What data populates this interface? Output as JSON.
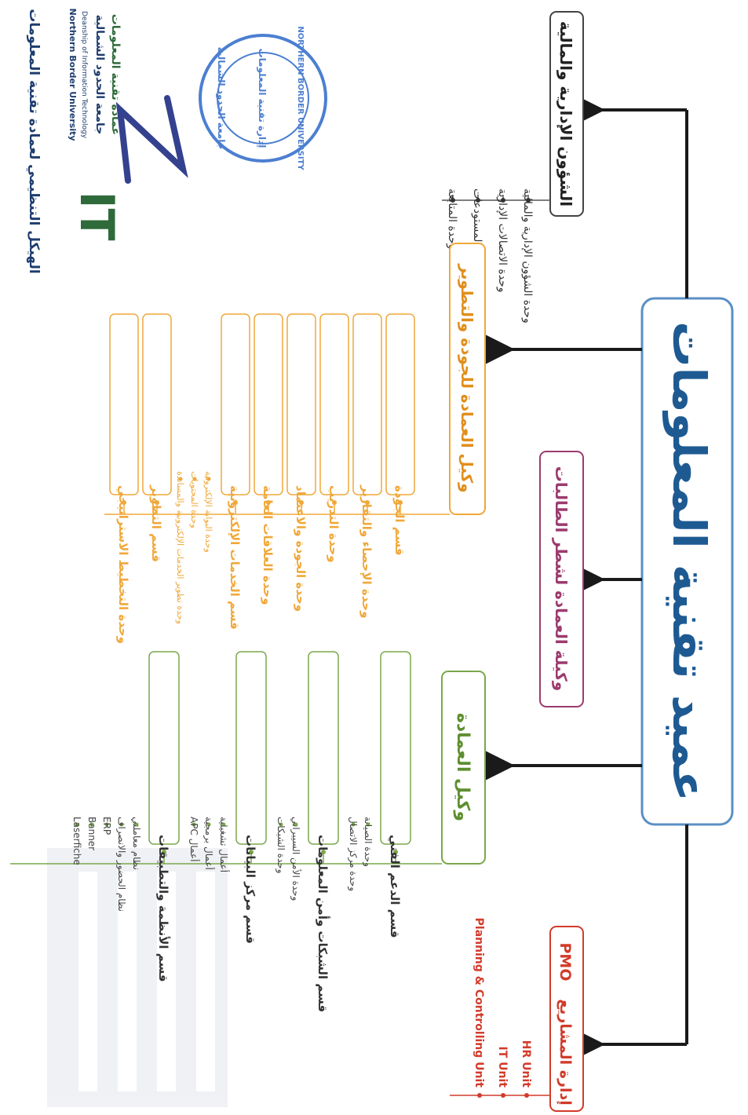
{
  "header": {
    "title": "الهيكل التنظيمي لعمادة تقنية المعلومات",
    "deanship_ar": "عمادة تقنية المعلومات",
    "university_ar": "جامعة الحدود الشمالية",
    "deanship_en": "Deanship of Information Technology",
    "university_en": "Northern Border University",
    "logo_letters": "IT"
  },
  "seal": {
    "outer_en": "NORTHERN BORDER UNIVERSITY",
    "outer_ar": "جامعة الحدود الشمالية",
    "inner_ar": "إدارة تقنية المعلومات"
  },
  "root": {
    "label": "عميد تقنية المعلومات"
  },
  "branches": [
    {
      "id": "admin",
      "title": "الشؤون الإدارية والمالية",
      "color": "#444444",
      "items": [
        "وحدة الشؤون الإدارية والمالية",
        "وحدة الاتصالات الإدارية",
        "وحدة المستودعات",
        "وحدة المتابعة"
      ]
    },
    {
      "id": "quality",
      "title": "وكيل العمادة للجودة والتطوير",
      "color": "#f0a83a",
      "items": [
        {
          "title": "قسم الجودة",
          "subs": []
        },
        {
          "title": "وحدة الإحصاء والتقارير",
          "subs": []
        },
        {
          "title": "وحدة التدريب",
          "subs": []
        },
        {
          "title": "وحدة الجودة والاعتماد",
          "subs": []
        },
        {
          "title": "وحدة العلاقات العامة",
          "subs": []
        },
        {
          "title": "قسم الخدمات الإلكترونية",
          "subs": [
            "وحدة البوابة الإلكترونية",
            "وحدة المحتويات",
            "وحدة تطوير الخدمات الإلكترونية والمساندة"
          ]
        },
        {
          "title": "قسم التطوير",
          "subs": []
        },
        {
          "title": "وحدة التخطيط الاستراتيجي",
          "subs": []
        }
      ]
    },
    {
      "id": "female",
      "title": "وكيلة العمادة لشطر الطالبات",
      "color": "#9c3b6e",
      "items": []
    },
    {
      "id": "vice",
      "title": "وكيل العمادة",
      "color": "#7aa84a",
      "items": [
        {
          "title": "قسم الدعم الفني",
          "subs": [
            "وحدة الصيانة",
            "وحدة مركز الاتصال"
          ]
        },
        {
          "title": "قسم الشبكات وأمن المعلومات",
          "subs": [
            "وحدة الأمن السيبراني",
            "وحدة الشبكات"
          ]
        },
        {
          "title": "قسم مركز البيانات",
          "subs": [
            "أعمال تشغيلية",
            "أعمال برمجية",
            "أعمال APC"
          ]
        },
        {
          "title": "قسم الأنظمة والتطبيقات",
          "subs": [
            "نظام معاملتي",
            "نظام الحضور والانصراف",
            "ERP",
            "Banner",
            "Laserfiche"
          ]
        }
      ]
    },
    {
      "id": "pmo",
      "title": "إدارة المشاريع",
      "title_en": "PMO",
      "color": "#d23b2a",
      "items": [
        "HR Unit",
        "IT Unit",
        "Planning & Controlling Unit"
      ]
    }
  ]
}
